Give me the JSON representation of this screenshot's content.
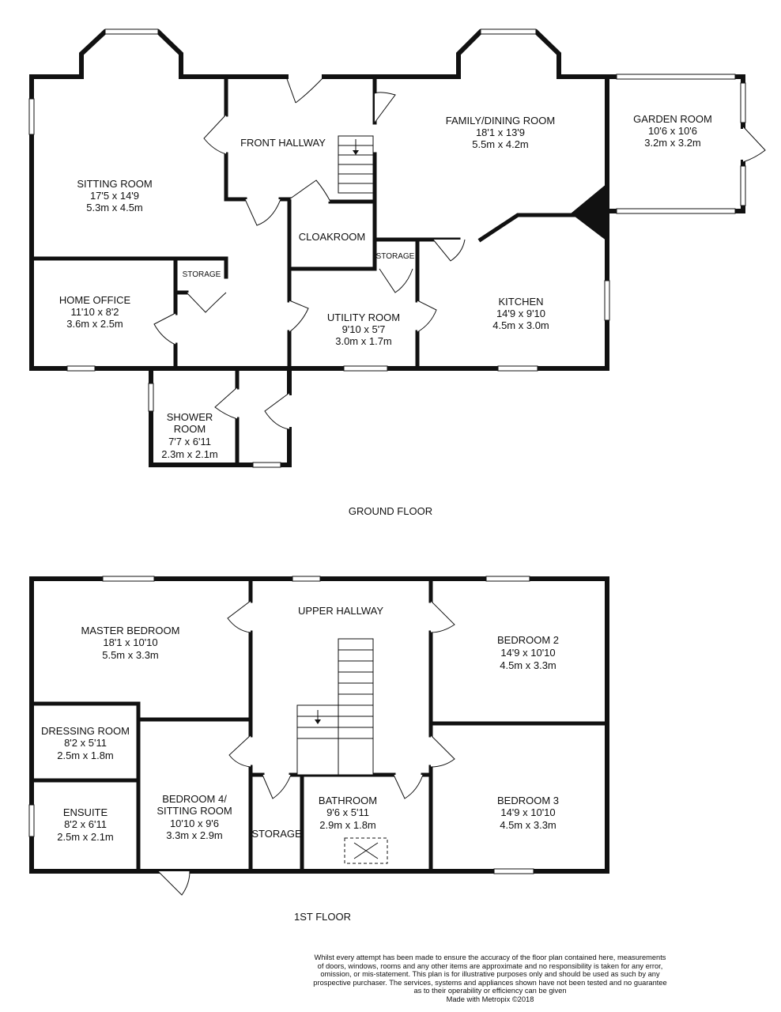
{
  "floors": {
    "ground": "GROUND FLOOR",
    "first": "1ST FLOOR"
  },
  "ground_rooms": {
    "sitting_room": {
      "name": "SITTING ROOM",
      "imperial": "17'5 x 14'9",
      "metric": "5.3m x 4.5m"
    },
    "front_hallway": {
      "name": "FRONT HALLWAY"
    },
    "family_dining": {
      "name": "FAMILY/DINING ROOM",
      "imperial": "18'1 x 13'9",
      "metric": "5.5m x 4.2m"
    },
    "garden_room": {
      "name": "GARDEN ROOM",
      "imperial": "10'6 x 10'6",
      "metric": "3.2m x 3.2m"
    },
    "cloakroom": {
      "name": "CLOAKROOM"
    },
    "storage_a": {
      "name": "STORAGE"
    },
    "storage_b": {
      "name": "STORAGE"
    },
    "home_office": {
      "name": "HOME OFFICE",
      "imperial": "11'10 x 8'2",
      "metric": "3.6m x 2.5m"
    },
    "utility_room": {
      "name": "UTILITY ROOM",
      "imperial": "9'10 x 5'7",
      "metric": "3.0m x 1.7m"
    },
    "kitchen": {
      "name": "KITCHEN",
      "imperial": "14'9 x 9'10",
      "metric": "4.5m x 3.0m"
    },
    "shower_room": {
      "name_line1": "SHOWER",
      "name_line2": "ROOM",
      "imperial": "7'7 x 6'11",
      "metric": "2.3m x 2.1m"
    }
  },
  "first_rooms": {
    "master_bedroom": {
      "name": "MASTER BEDROOM",
      "imperial": "18'1 x 10'10",
      "metric": "5.5m x 3.3m"
    },
    "upper_hallway": {
      "name": "UPPER HALLWAY"
    },
    "bedroom2": {
      "name": "BEDROOM 2",
      "imperial": "14'9 x 10'10",
      "metric": "4.5m x 3.3m"
    },
    "dressing_room": {
      "name": "DRESSING ROOM",
      "imperial": "8'2 x 5'11",
      "metric": "2.5m x 1.8m"
    },
    "bedroom4": {
      "name_line1": "BEDROOM 4/",
      "name_line2": "SITTING ROOM",
      "imperial": "10'10 x 9'6",
      "metric": "3.3m x 2.9m"
    },
    "bathroom": {
      "name": "BATHROOM",
      "imperial": "9'6 x 5'11",
      "metric": "2.9m x 1.8m"
    },
    "bedroom3": {
      "name": "BEDROOM 3",
      "imperial": "14'9 x 10'10",
      "metric": "4.5m x 3.3m"
    },
    "ensuite": {
      "name": "ENSUITE",
      "imperial": "8'2 x 6'11",
      "metric": "2.5m x 2.1m"
    },
    "storage": {
      "name": "STORAGE"
    }
  },
  "disclaimer": {
    "line1": "Whilst every attempt has been made to ensure the accuracy of the floor plan contained here, measurements",
    "line2": "of doors, windows, rooms and any other items are approximate and no responsibility is taken for any error,",
    "line3": "omission, or mis-statement. This plan is for illustrative purposes only and should be used as such by any",
    "line4": "prospective purchaser. The services, systems and appliances shown have not been tested and no guarantee",
    "line5": "as to their operability or efficiency can be given",
    "line6": "Made with Metropix ©2018"
  }
}
